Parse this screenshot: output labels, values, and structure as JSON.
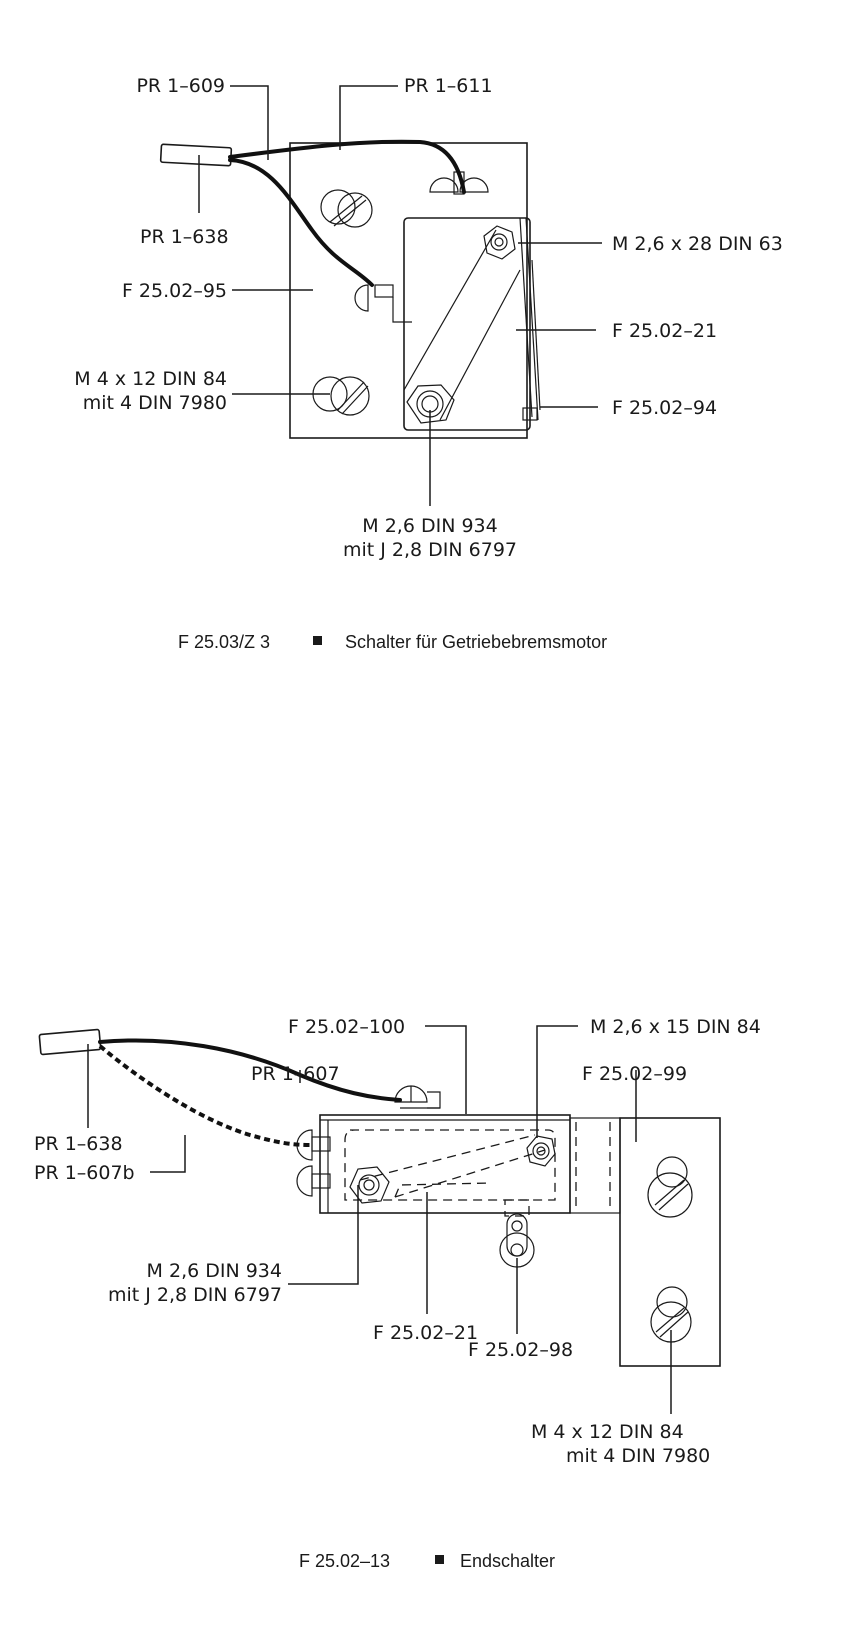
{
  "figure1": {
    "labels": {
      "pr1_609": "PR 1–609",
      "pr1_611": "PR 1–611",
      "pr1_638": "PR 1–638",
      "f25_02_95": "F 25.02–95",
      "m4x12_line1": "M 4 x 12 DIN 84",
      "m4x12_line2": "mit 4 DIN 7980",
      "m26x28": "M  2,6 x 28  DIN 63",
      "f25_02_21": "F 25.02–21",
      "f25_02_94": "F 25.02–94",
      "m26_line1": "M 2,6  DIN 934",
      "m26_line2": "mit J 2,8  DIN 6797"
    },
    "caption": {
      "code": "F  25.03/Z 3",
      "title": "Schalter für Getriebebremsmotor"
    }
  },
  "figure2": {
    "labels": {
      "f25_02_100": "F 25.02–100",
      "m26x15": "M 2,6 x 15  DIN 84",
      "pr1_607": "PR 1–607",
      "f25_02_99": "F 25.02–99",
      "pr1_638": "PR 1–638",
      "pr1_607b": "PR 1–607b",
      "m26_line1": "M 2,6  DIN 934",
      "m26_line2": "mit J 2,8  DIN 6797",
      "f25_02_21": "F 25.02–21",
      "f25_02_98": "F 25.02–98",
      "m4x12_line1": "M 4 x 12  DIN 84",
      "m4x12_line2": "mit 4  DIN 7980"
    },
    "caption": {
      "code": "F  25.02–13",
      "title": "Endschalter"
    }
  },
  "colors": {
    "ink": "#1a1a1a",
    "paper": "#ffffff"
  }
}
